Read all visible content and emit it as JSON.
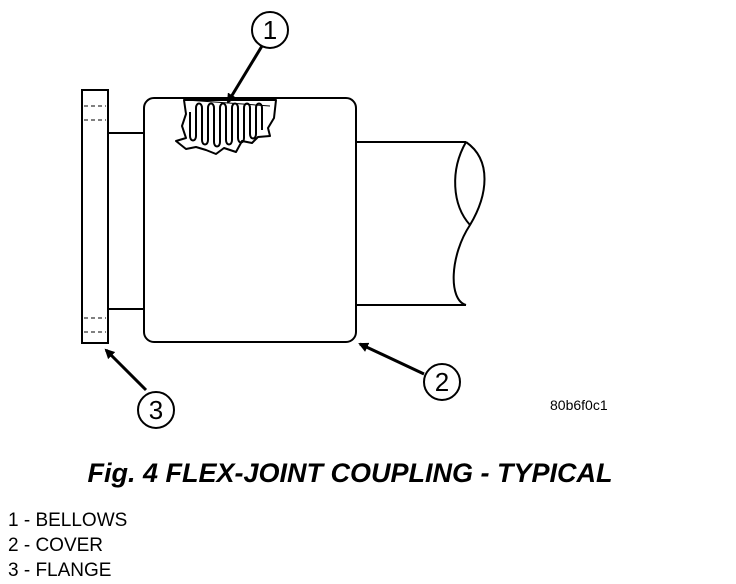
{
  "figure": {
    "code": "80b6f0c1",
    "caption": "Fig. 4 FLEX-JOINT COUPLING - TYPICAL"
  },
  "callouts": [
    {
      "number": "1",
      "label": "1 - BELLOWS"
    },
    {
      "number": "2",
      "label": "2 - COVER"
    },
    {
      "number": "3",
      "label": "3 - FLANGE"
    }
  ]
}
